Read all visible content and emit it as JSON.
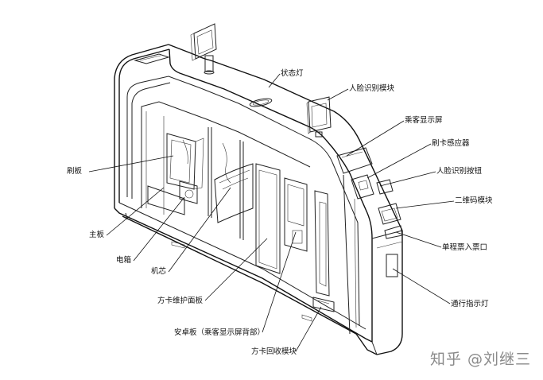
{
  "labels": {
    "status_light": "状态灯",
    "face_module": "人脸识别模块",
    "passenger_screen": "乘客显示屏",
    "card_sensor": "刷卡感应器",
    "face_button": "人脸识别按钮",
    "qr_module": "二维码模块",
    "ticket_slot": "单程票入票口",
    "pass_light": "通行指示灯",
    "brush_board": "刷板",
    "main_board": "主板",
    "power_box": "电箱",
    "core": "机芯",
    "card_panel": "方卡维护面板",
    "android_board": "安卓板（乘客显示屏背部）",
    "card_recycle": "方卡回收模块"
  },
  "watermark": "知乎 @刘继三",
  "colors": {
    "line": "#111111",
    "watermark": "#8a8a8a"
  }
}
